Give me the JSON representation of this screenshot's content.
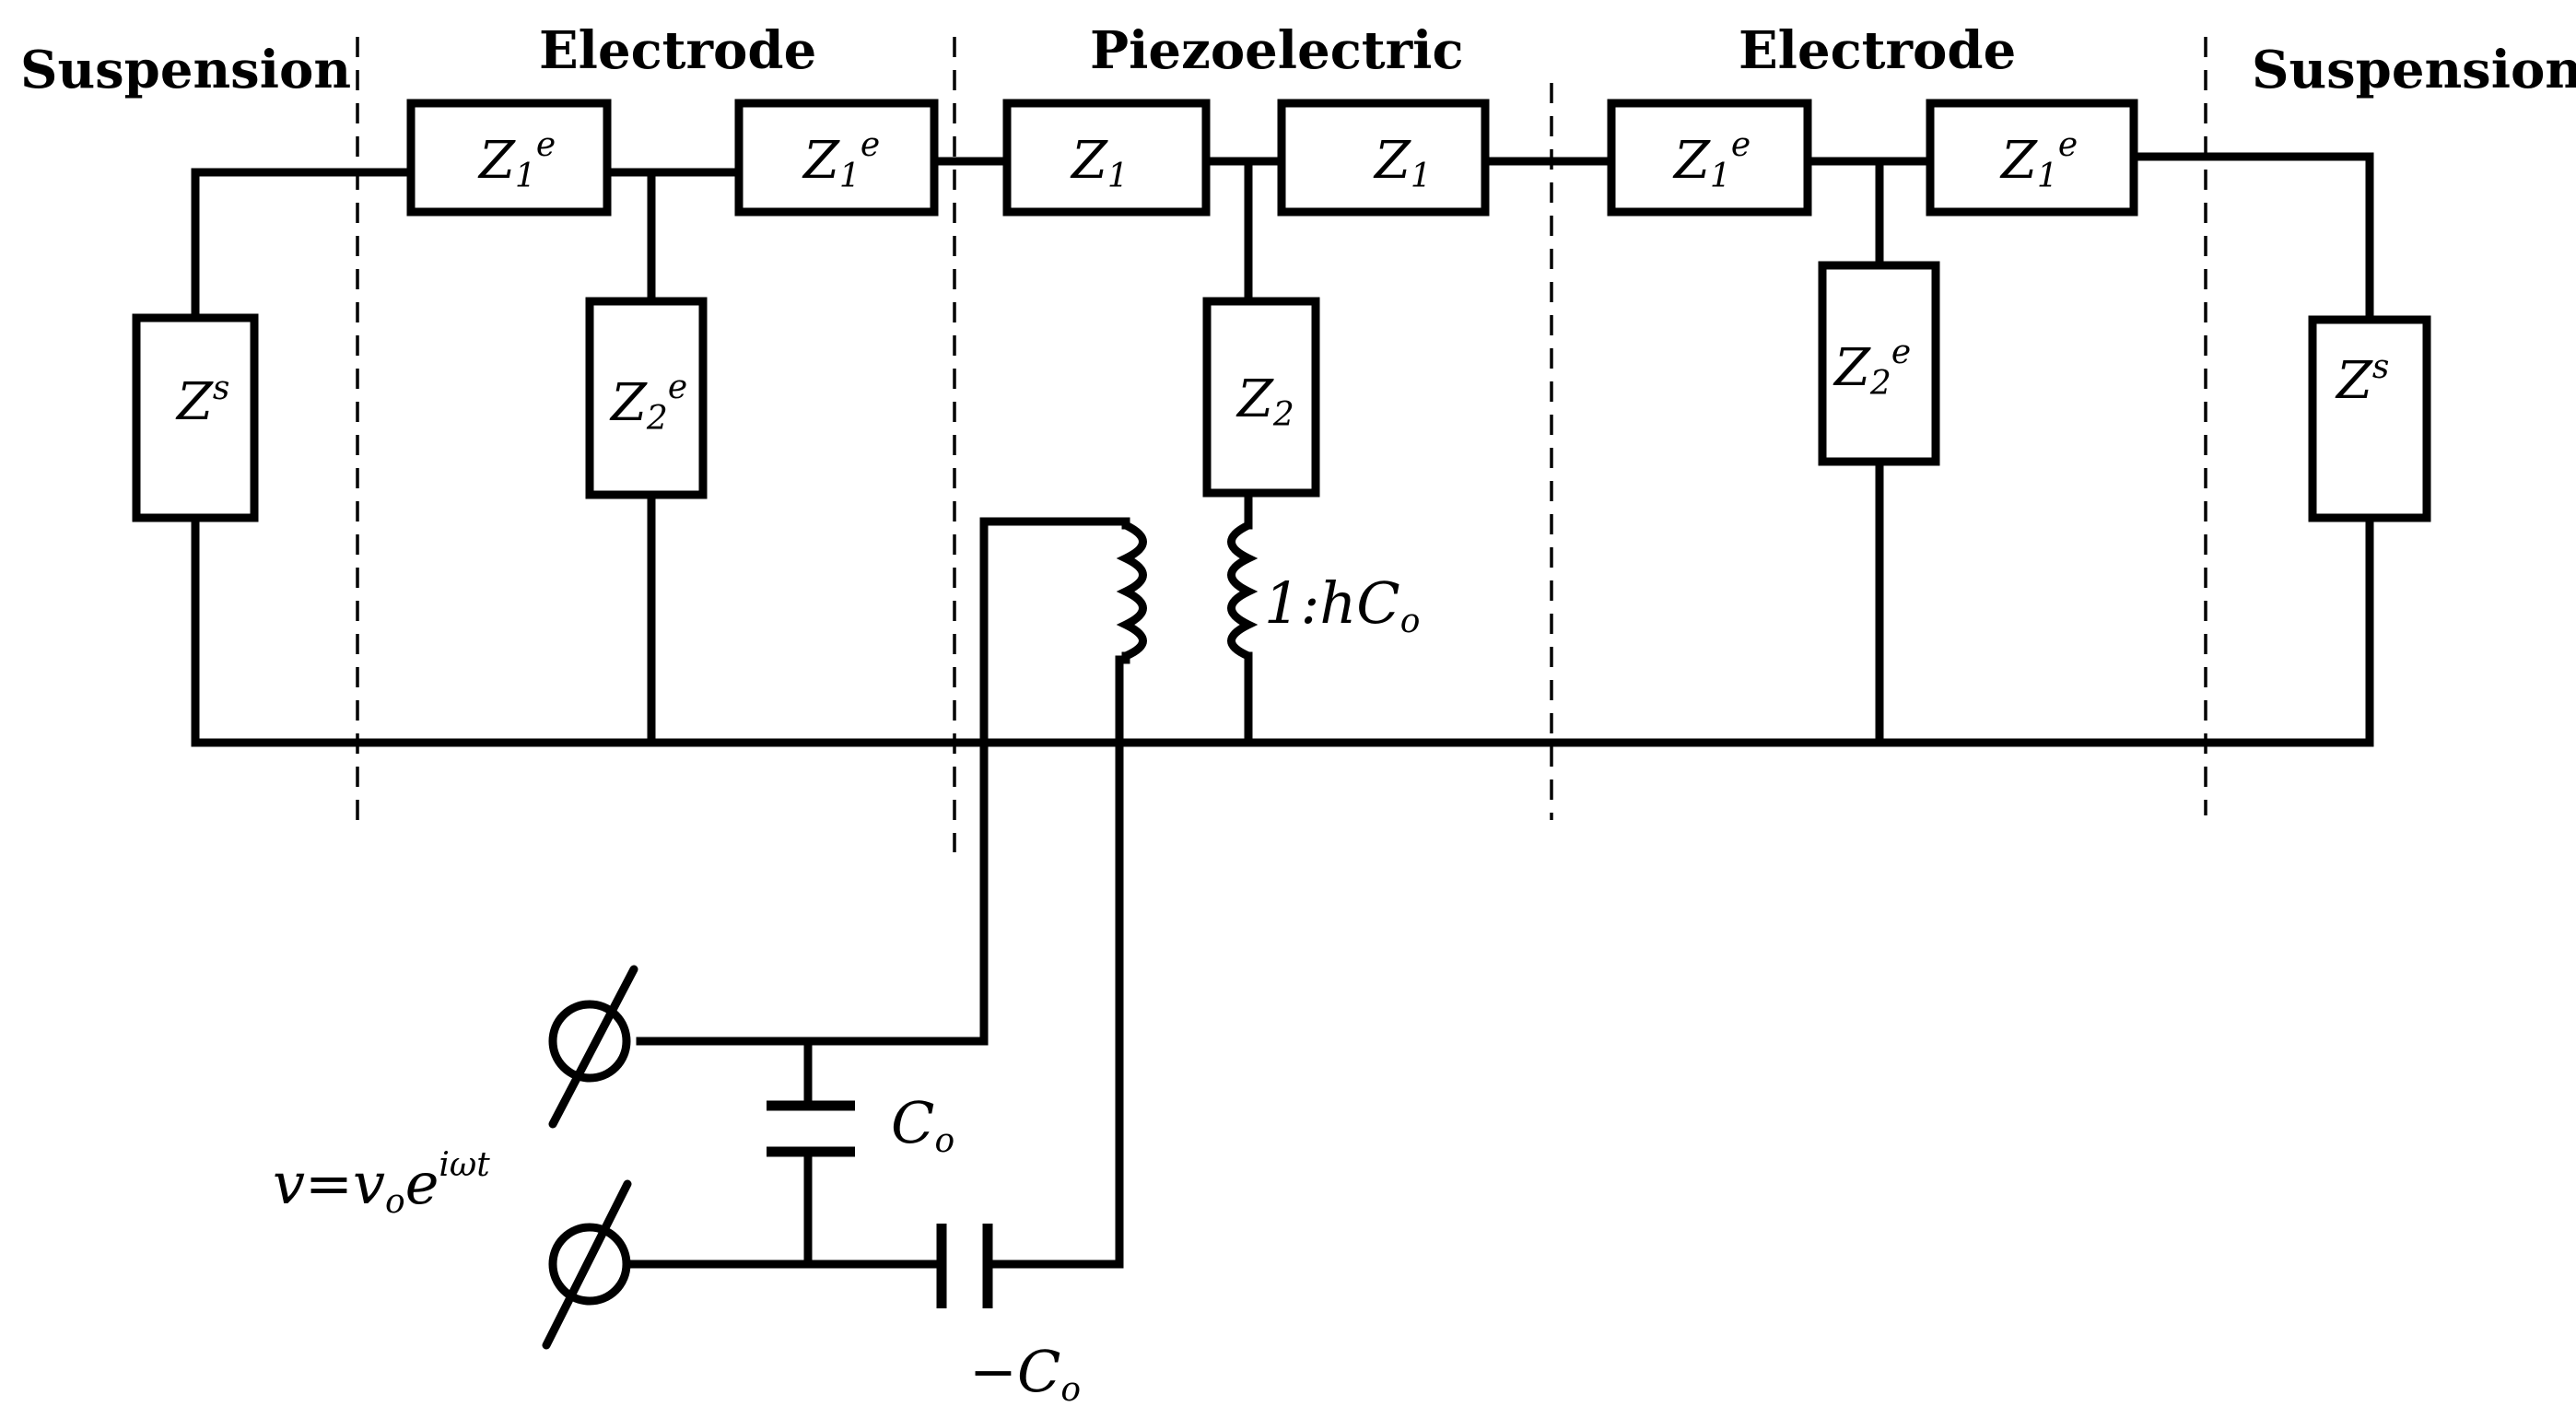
{
  "sections": {
    "left_suspension": "Suspension",
    "left_electrode": "Electrode",
    "piezoelectric": "Piezoelectric",
    "right_electrode": "Electrode",
    "right_suspension": "Suspension"
  },
  "components": {
    "z1e_a": {
      "main": "Z",
      "sub": "1",
      "sup": "e"
    },
    "z1e_b": {
      "main": "Z",
      "sub": "1",
      "sup": "e"
    },
    "z1_a": {
      "main": "Z",
      "sub": "1"
    },
    "z1_b": {
      "main": "Z",
      "sub": "1"
    },
    "z1e_c": {
      "main": "Z",
      "sub": "1",
      "sup": "e"
    },
    "z1e_d": {
      "main": "Z",
      "sub": "1",
      "sup": "e"
    },
    "zs_left": {
      "main": "Z",
      "sup": "s"
    },
    "z2e_left": {
      "main": "Z",
      "sub": "2",
      "sup": "e"
    },
    "z2": {
      "main": "Z",
      "sub": "2"
    },
    "z2e_right": {
      "main": "Z",
      "sub": "2",
      "sup": "e"
    },
    "zs_right": {
      "main": "Z",
      "sup": "s"
    }
  },
  "transformer_ratio": {
    "prefix": "1:h",
    "main": "C",
    "sub": "o"
  },
  "capacitor_pos": {
    "main": "C",
    "sub": "o"
  },
  "capacitor_neg": {
    "main": "−C",
    "sub": "o"
  },
  "source_voltage": {
    "lhs": "v=v",
    "sub": "o",
    "base": "e",
    "sup": "iωt"
  }
}
